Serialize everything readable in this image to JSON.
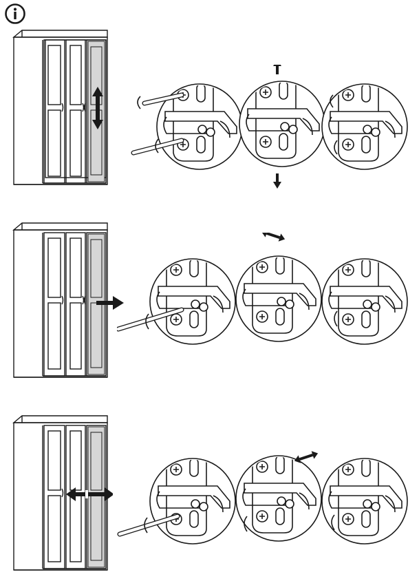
{
  "page": {
    "icon": "info-icon",
    "colors": {
      "line": "#1a1a1a",
      "highlight_panel": "#d6d6d6",
      "background": "#ffffff"
    }
  },
  "steps": [
    {
      "id": "height",
      "adjustment": "vertical",
      "arrow_icon": "vertical-double-arrow-icon",
      "details": [
        {
          "view": "two-screwdrivers-loosening",
          "arrow": "none"
        },
        {
          "view": "hinge-plate-moves",
          "arrow": "up-down"
        },
        {
          "view": "two-screwdrivers-tightening",
          "arrow": "none"
        }
      ]
    },
    {
      "id": "depth",
      "adjustment": "horizontal-out",
      "arrow_icon": "right-arrow-icon",
      "details": [
        {
          "view": "screwdriver-loosening",
          "arrow": "none"
        },
        {
          "view": "hinge-plate-moves",
          "arrow": "left-right"
        },
        {
          "view": "screwdriver-tightening",
          "arrow": "none"
        }
      ]
    },
    {
      "id": "side",
      "adjustment": "horizontal-both",
      "arrow_icon": "left-right-double-arrow-icon",
      "details": [
        {
          "view": "screwdriver-turning",
          "arrow": "none"
        },
        {
          "view": "screwdriver-turning-hinge-moves",
          "arrow": "left-right"
        },
        {
          "view": "screwdriver-turning",
          "arrow": "none"
        }
      ]
    }
  ]
}
